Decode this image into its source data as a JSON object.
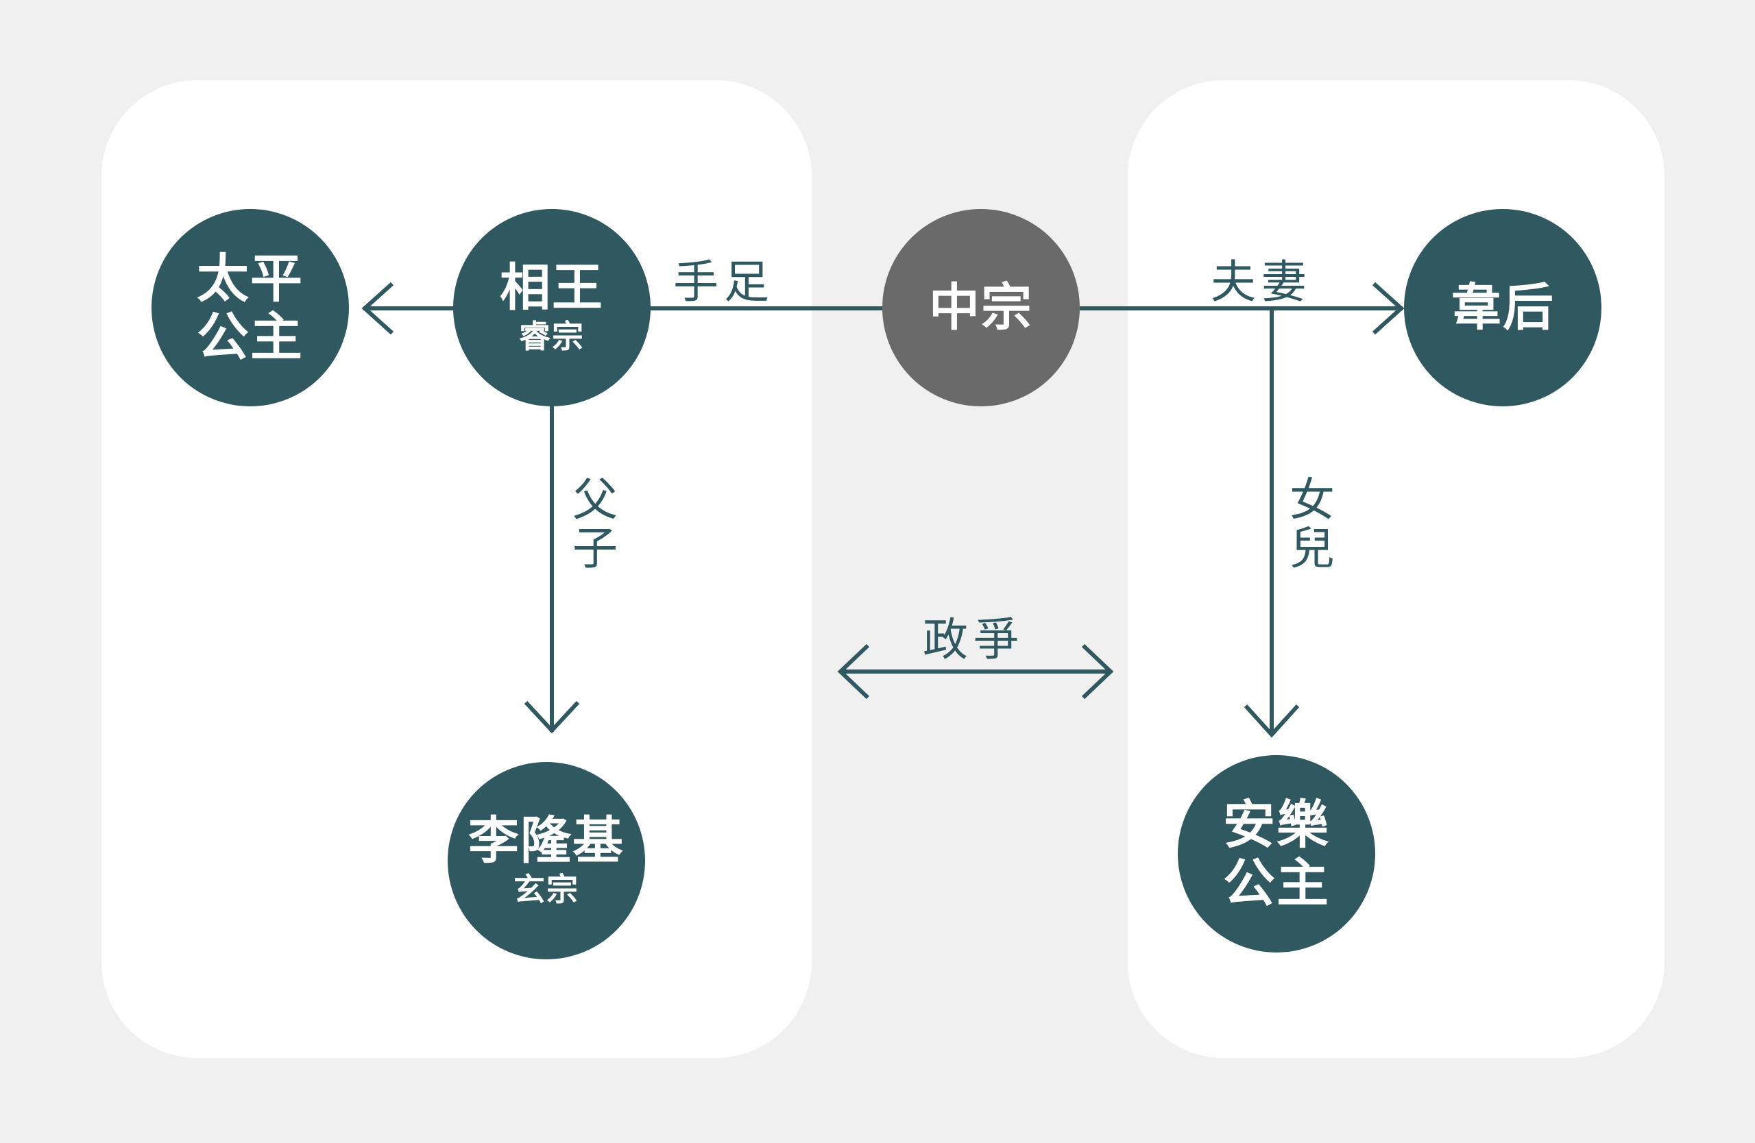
{
  "colors": {
    "background": "#f0f0f0",
    "panel": "#ffffff",
    "node": "#305860",
    "center_node": "#6a6a6a",
    "line": "#305860"
  },
  "nodes": {
    "taiping": {
      "line1": "太平",
      "line2": "公主"
    },
    "xiangwang": {
      "name": "相王",
      "sub": "睿宗"
    },
    "zhongzong": {
      "name": "中宗"
    },
    "weihou": {
      "name": "韋后"
    },
    "lilongji": {
      "name": "李隆基",
      "sub": "玄宗"
    },
    "anle": {
      "line1": "安樂",
      "line2": "公主"
    }
  },
  "relations": {
    "siblings": "手足",
    "spouses": "夫妻",
    "father_son": {
      "c1": "父",
      "c2": "子"
    },
    "daughter": {
      "c1": "女",
      "c2": "兒"
    },
    "political_struggle": "政爭"
  }
}
